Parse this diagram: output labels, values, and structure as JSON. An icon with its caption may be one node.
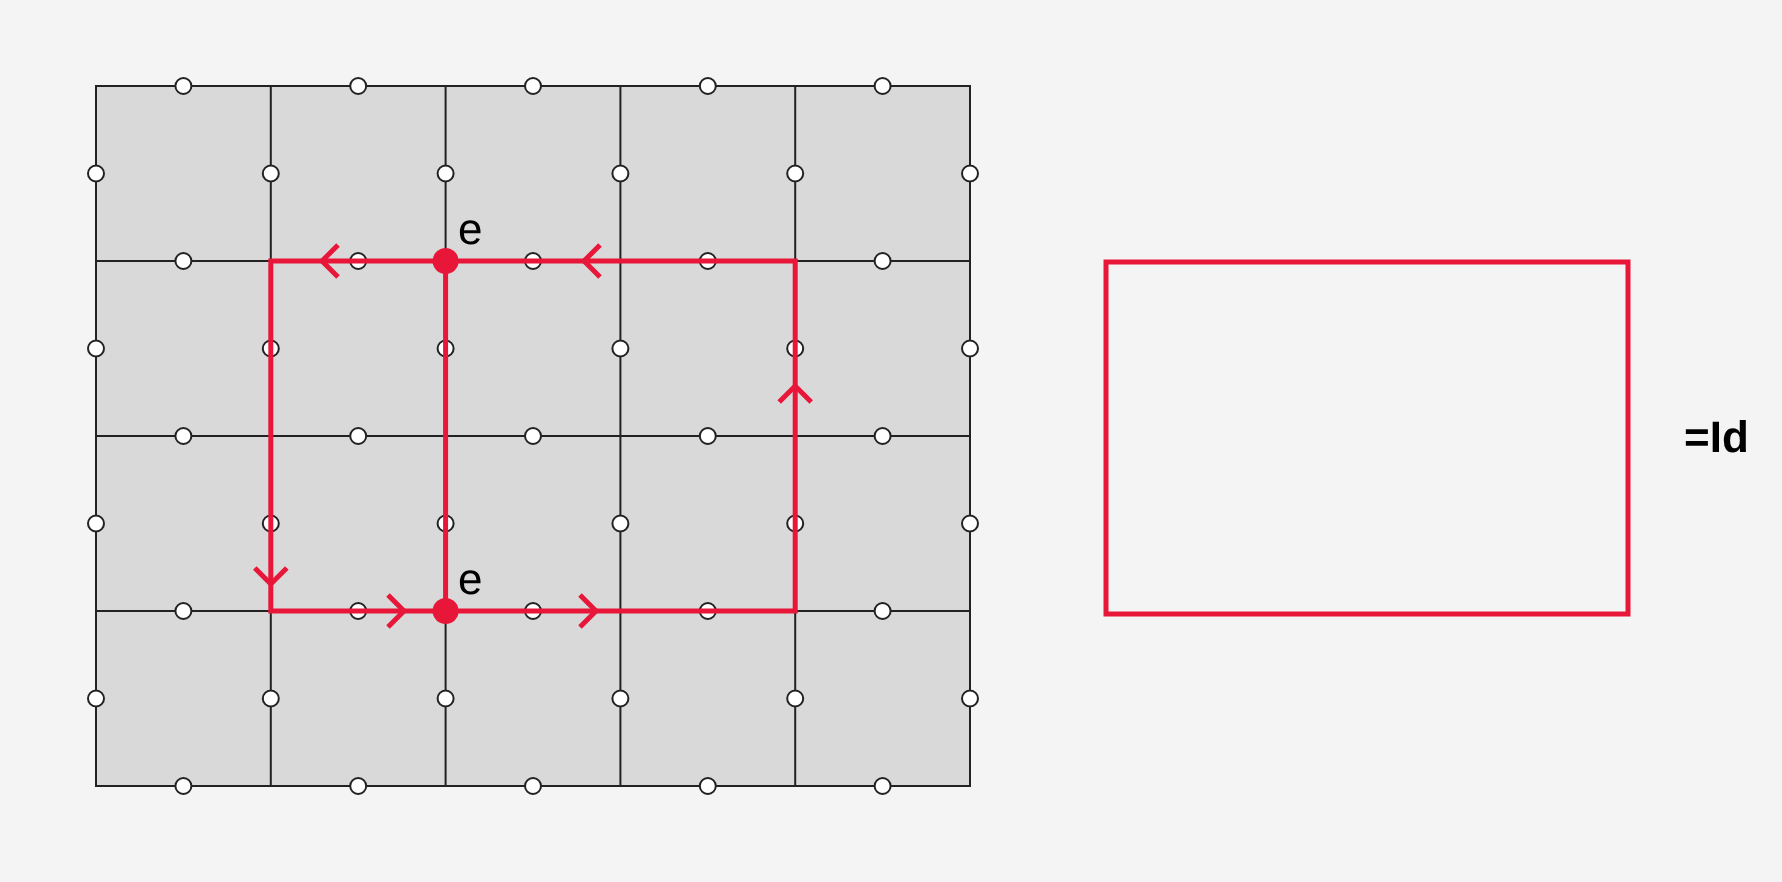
{
  "diagram": {
    "labels": [
      "e",
      "e",
      "=Id"
    ]
  }
}
